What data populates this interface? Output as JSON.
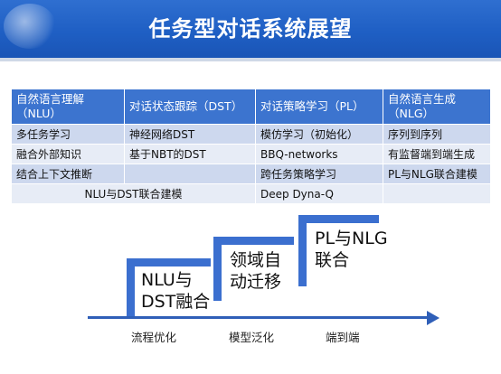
{
  "header": {
    "title": "任务型对话系统展望"
  },
  "table": {
    "headers": [
      "自然语言理解（NLU）",
      "对话状态跟踪（DST）",
      "对话策略学习（PL）",
      "自然语言生成（NLG）"
    ],
    "rows": [
      [
        "多任务学习",
        "神经网络DST",
        "模仿学习（初始化）",
        "序列到序列"
      ],
      [
        "融合外部知识",
        "基于NBT的DST",
        "BBQ-networks",
        "有监督端到端生成"
      ],
      [
        "结合上下文推断",
        "",
        "跨任务策略学习",
        "PL与NLG联合建模"
      ]
    ],
    "last_row": {
      "merged": "NLU与DST联合建模",
      "pl": "Deep Dyna-Q",
      "nlg": ""
    }
  },
  "steps": [
    {
      "line1": "NLU与",
      "line2": "DST融合"
    },
    {
      "line1": "领域自",
      "line2": "动迁移"
    },
    {
      "line1": "PL与NLG",
      "line2": "联合"
    }
  ],
  "axis": {
    "labels": [
      "流程优化",
      "模型泛化",
      "端到端"
    ]
  },
  "colors": {
    "header_bg": "#1f5fc4",
    "table_head": "#3c74cf",
    "row_odd": "#cdd8ee",
    "row_even": "#e7ecf6",
    "step_border": "#3b6fcf",
    "arrow": "#2f5fb8"
  }
}
